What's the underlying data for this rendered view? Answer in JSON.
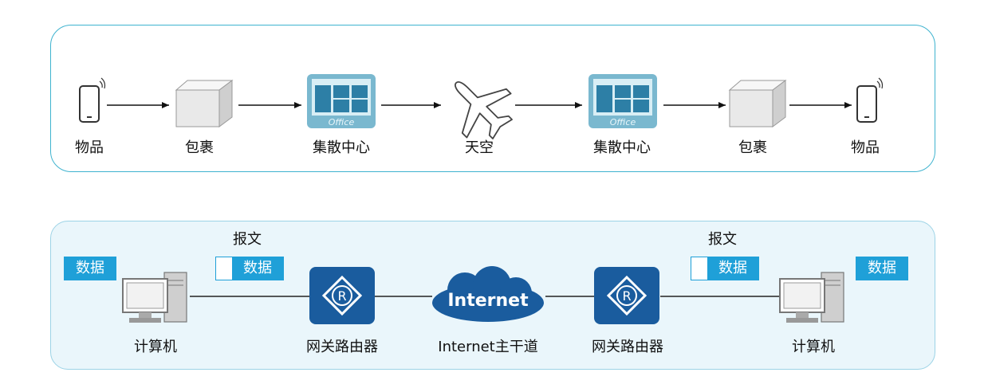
{
  "top_flow": {
    "labels": [
      "物品",
      "包裹",
      "集散中心",
      "天空",
      "集散中心",
      "包裹",
      "物品"
    ],
    "office_text": "Office"
  },
  "bottom_flow": {
    "labels": [
      "计算机",
      "网关路由器",
      "Internet主干道",
      "网关路由器",
      "计算机"
    ],
    "message_label": "报文",
    "data_label": "数据",
    "cloud_text": "Internet",
    "router_symbol": "R"
  },
  "icons": [
    "phone-icon",
    "box-icon",
    "office-icon",
    "airplane-icon",
    "computer-icon",
    "router-icon",
    "cloud-icon"
  ],
  "colors": {
    "border": "#3fb3cf",
    "accent": "#1fa0d8",
    "router": "#1a5c9e",
    "bottom_bg": "#eaf6fb"
  }
}
